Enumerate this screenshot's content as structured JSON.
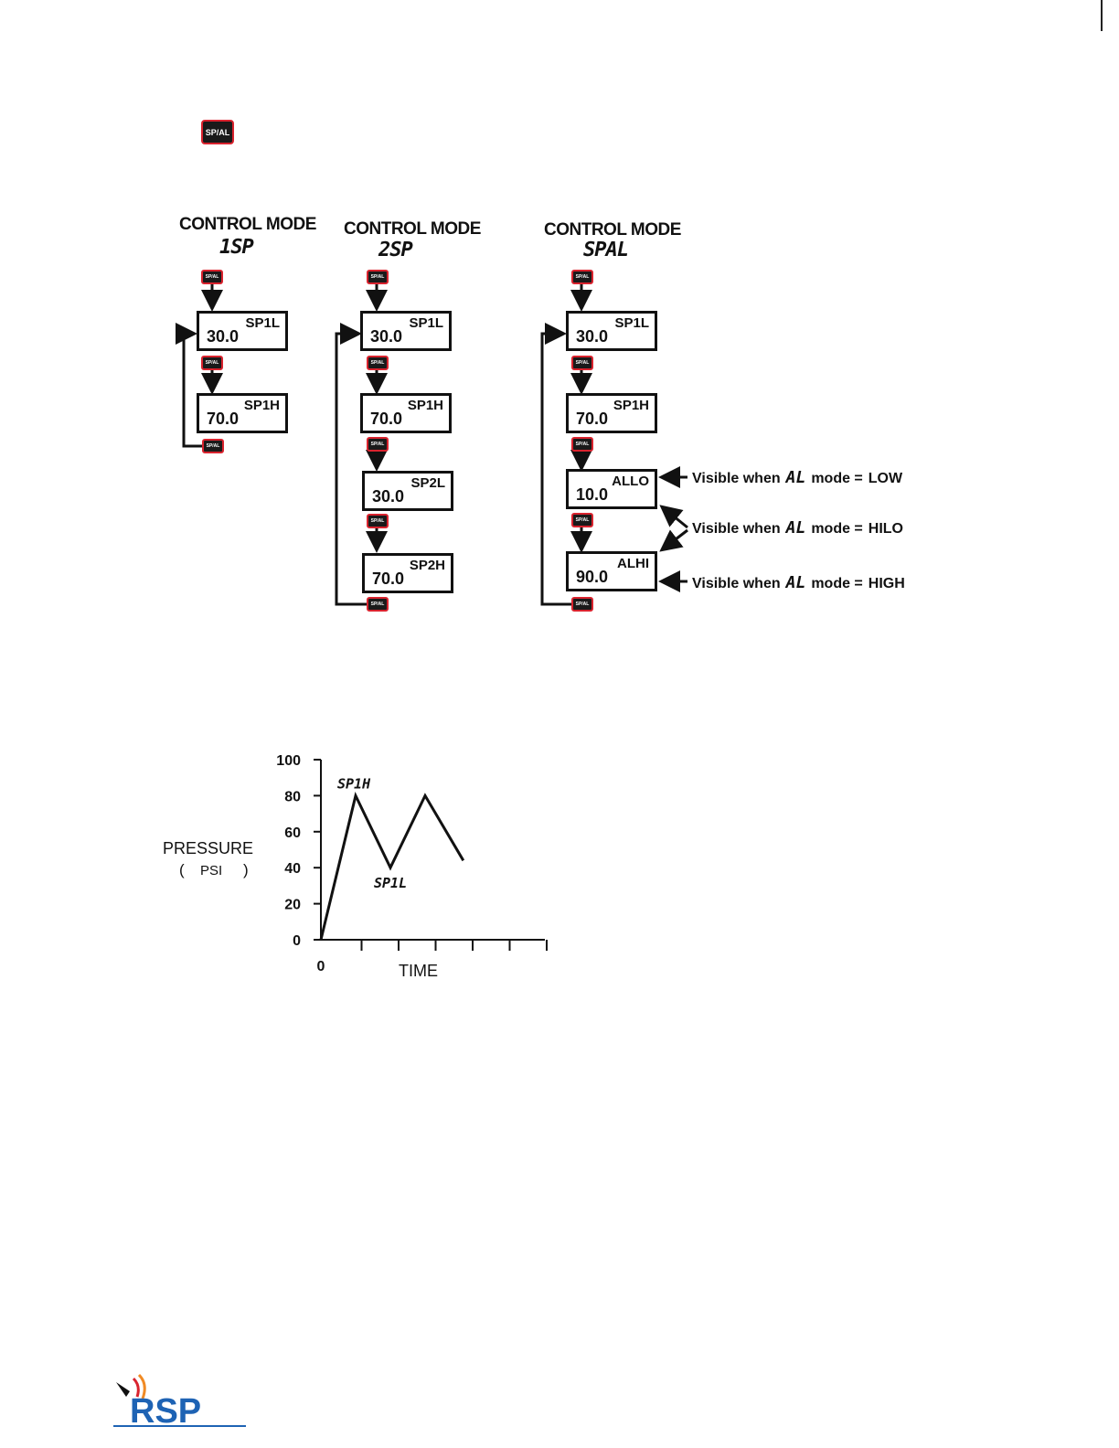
{
  "key_label": "SP/AL",
  "modes": [
    {
      "title": "CONTROL MODE",
      "code": "1SP"
    },
    {
      "title": "CONTROL MODE",
      "code": "2SP"
    },
    {
      "title": "CONTROL MODE",
      "code": "SPAL"
    }
  ],
  "col1": [
    {
      "label": "SP1L",
      "value": "30.0"
    },
    {
      "label": "SP1H",
      "value": "70.0"
    }
  ],
  "col2": [
    {
      "label": "SP1L",
      "value": "30.0"
    },
    {
      "label": "SP1H",
      "value": "70.0"
    },
    {
      "label": "SP2L",
      "value": "30.0"
    },
    {
      "label": "SP2H",
      "value": "70.0"
    }
  ],
  "col3": [
    {
      "label": "SP1L",
      "value": "30.0"
    },
    {
      "label": "SP1H",
      "value": "70.0"
    },
    {
      "label": "ALLO",
      "value": "10.0"
    },
    {
      "label": "ALHI",
      "value": "90.0"
    }
  ],
  "notes": [
    {
      "text": "Visible when",
      "al": "AL",
      "mode": "mode =",
      "value": "LOW"
    },
    {
      "text": "Visible when",
      "al": "AL",
      "mode": "mode =",
      "value": "HILO"
    },
    {
      "text": "Visible when",
      "al": "AL",
      "mode": "mode =",
      "value": "HIGH"
    }
  ],
  "chart_data": {
    "type": "line",
    "ylabel": "PRESSURE",
    "yunit_open": "(",
    "yunit": "PSI",
    "yunit_close": ")",
    "xlabel": "TIME",
    "ylim": [
      0,
      100
    ],
    "yticks": [
      "100",
      "80",
      "60",
      "40",
      "20",
      "0"
    ],
    "x_origin_label": "0",
    "annotations": [
      "SP1H",
      "SP1L"
    ],
    "series": [
      {
        "x": [
          0,
          1,
          2,
          3,
          4.1
        ],
        "y": [
          0,
          80,
          40,
          80,
          44
        ]
      }
    ]
  },
  "logo": {
    "text": "RSP",
    "colors": {
      "blue": "#1e63b4",
      "red": "#d9232e",
      "orange": "#f08a24"
    }
  }
}
